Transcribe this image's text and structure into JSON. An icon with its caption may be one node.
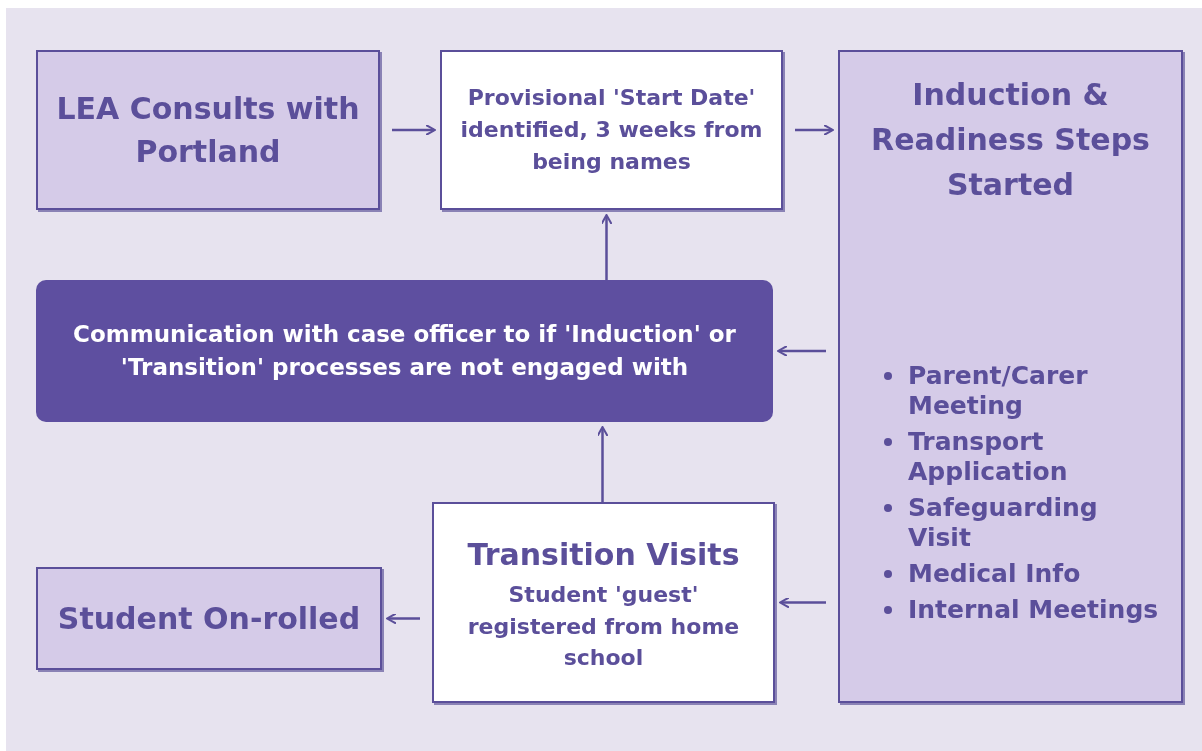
{
  "diagram": {
    "nodes": [
      {
        "text": [
          "LEA Consults with Portland"
        ]
      },
      {
        "text": [
          "Provisional 'Start Date' identified, 3 weeks from being names"
        ]
      },
      {
        "text": [
          "Induction & Readiness Steps Started",
          "Parent/Carer Meeting",
          "Transport Application",
          "Safeguarding Visit",
          "Medical Info",
          "Internal Meetings"
        ]
      },
      {
        "text": [
          "Communication with case officer to if 'Induction' or 'Transition' processes are not engaged with"
        ]
      },
      {
        "text": [
          "Transition Visits",
          "Student 'guest' registered from home school"
        ]
      },
      {
        "text": [
          "Student On-rolled"
        ]
      }
    ],
    "edges": [
      {
        "from": 0,
        "to": 1,
        "arrow": "to"
      },
      {
        "from": 1,
        "to": 2,
        "arrow": "to"
      },
      {
        "from": 3,
        "to": 1,
        "arrow": "to"
      },
      {
        "from": 2,
        "to": 3,
        "arrow": "to"
      },
      {
        "from": 4,
        "to": 3,
        "arrow": "to"
      },
      {
        "from": 4,
        "to": 5,
        "arrow": "to"
      },
      {
        "from": 2,
        "to": 4,
        "arrow": "to"
      }
    ]
  }
}
